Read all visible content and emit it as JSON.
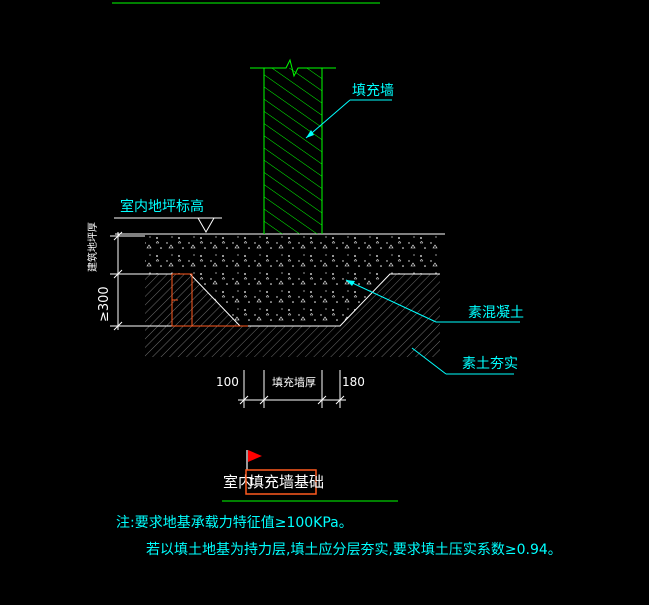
{
  "colors": {
    "background": "#000000",
    "wall": "#00ff00",
    "concrete": "#ffffff",
    "soil": "#8a8a8a",
    "leaders": "#00ffff",
    "dim": "#ffffff",
    "selection": "#ff5a1f",
    "flag": "#ff0000",
    "note_text": "#00ffff"
  },
  "labels": {
    "fill_wall": "填充墙",
    "indoor_floor_elev": "室内地坪标高",
    "floor_thickness": "建筑地坪厚",
    "min_300": "≥300",
    "plain_concrete": "素混凝土",
    "compacted_soil": "素土夯实"
  },
  "dimensions": {
    "left": "100",
    "middle": "填充墙厚",
    "right": "180"
  },
  "title": {
    "prefix": "室内",
    "selected": "填充墙基础"
  },
  "notes": {
    "line1": "注:要求地基承载力特征值≥100KPa。",
    "line2": "若以填土地基为持力层,填土应分层夯实,要求填土压实系数≥0.94。"
  },
  "icons": {
    "marker": "red-flag-icon"
  }
}
